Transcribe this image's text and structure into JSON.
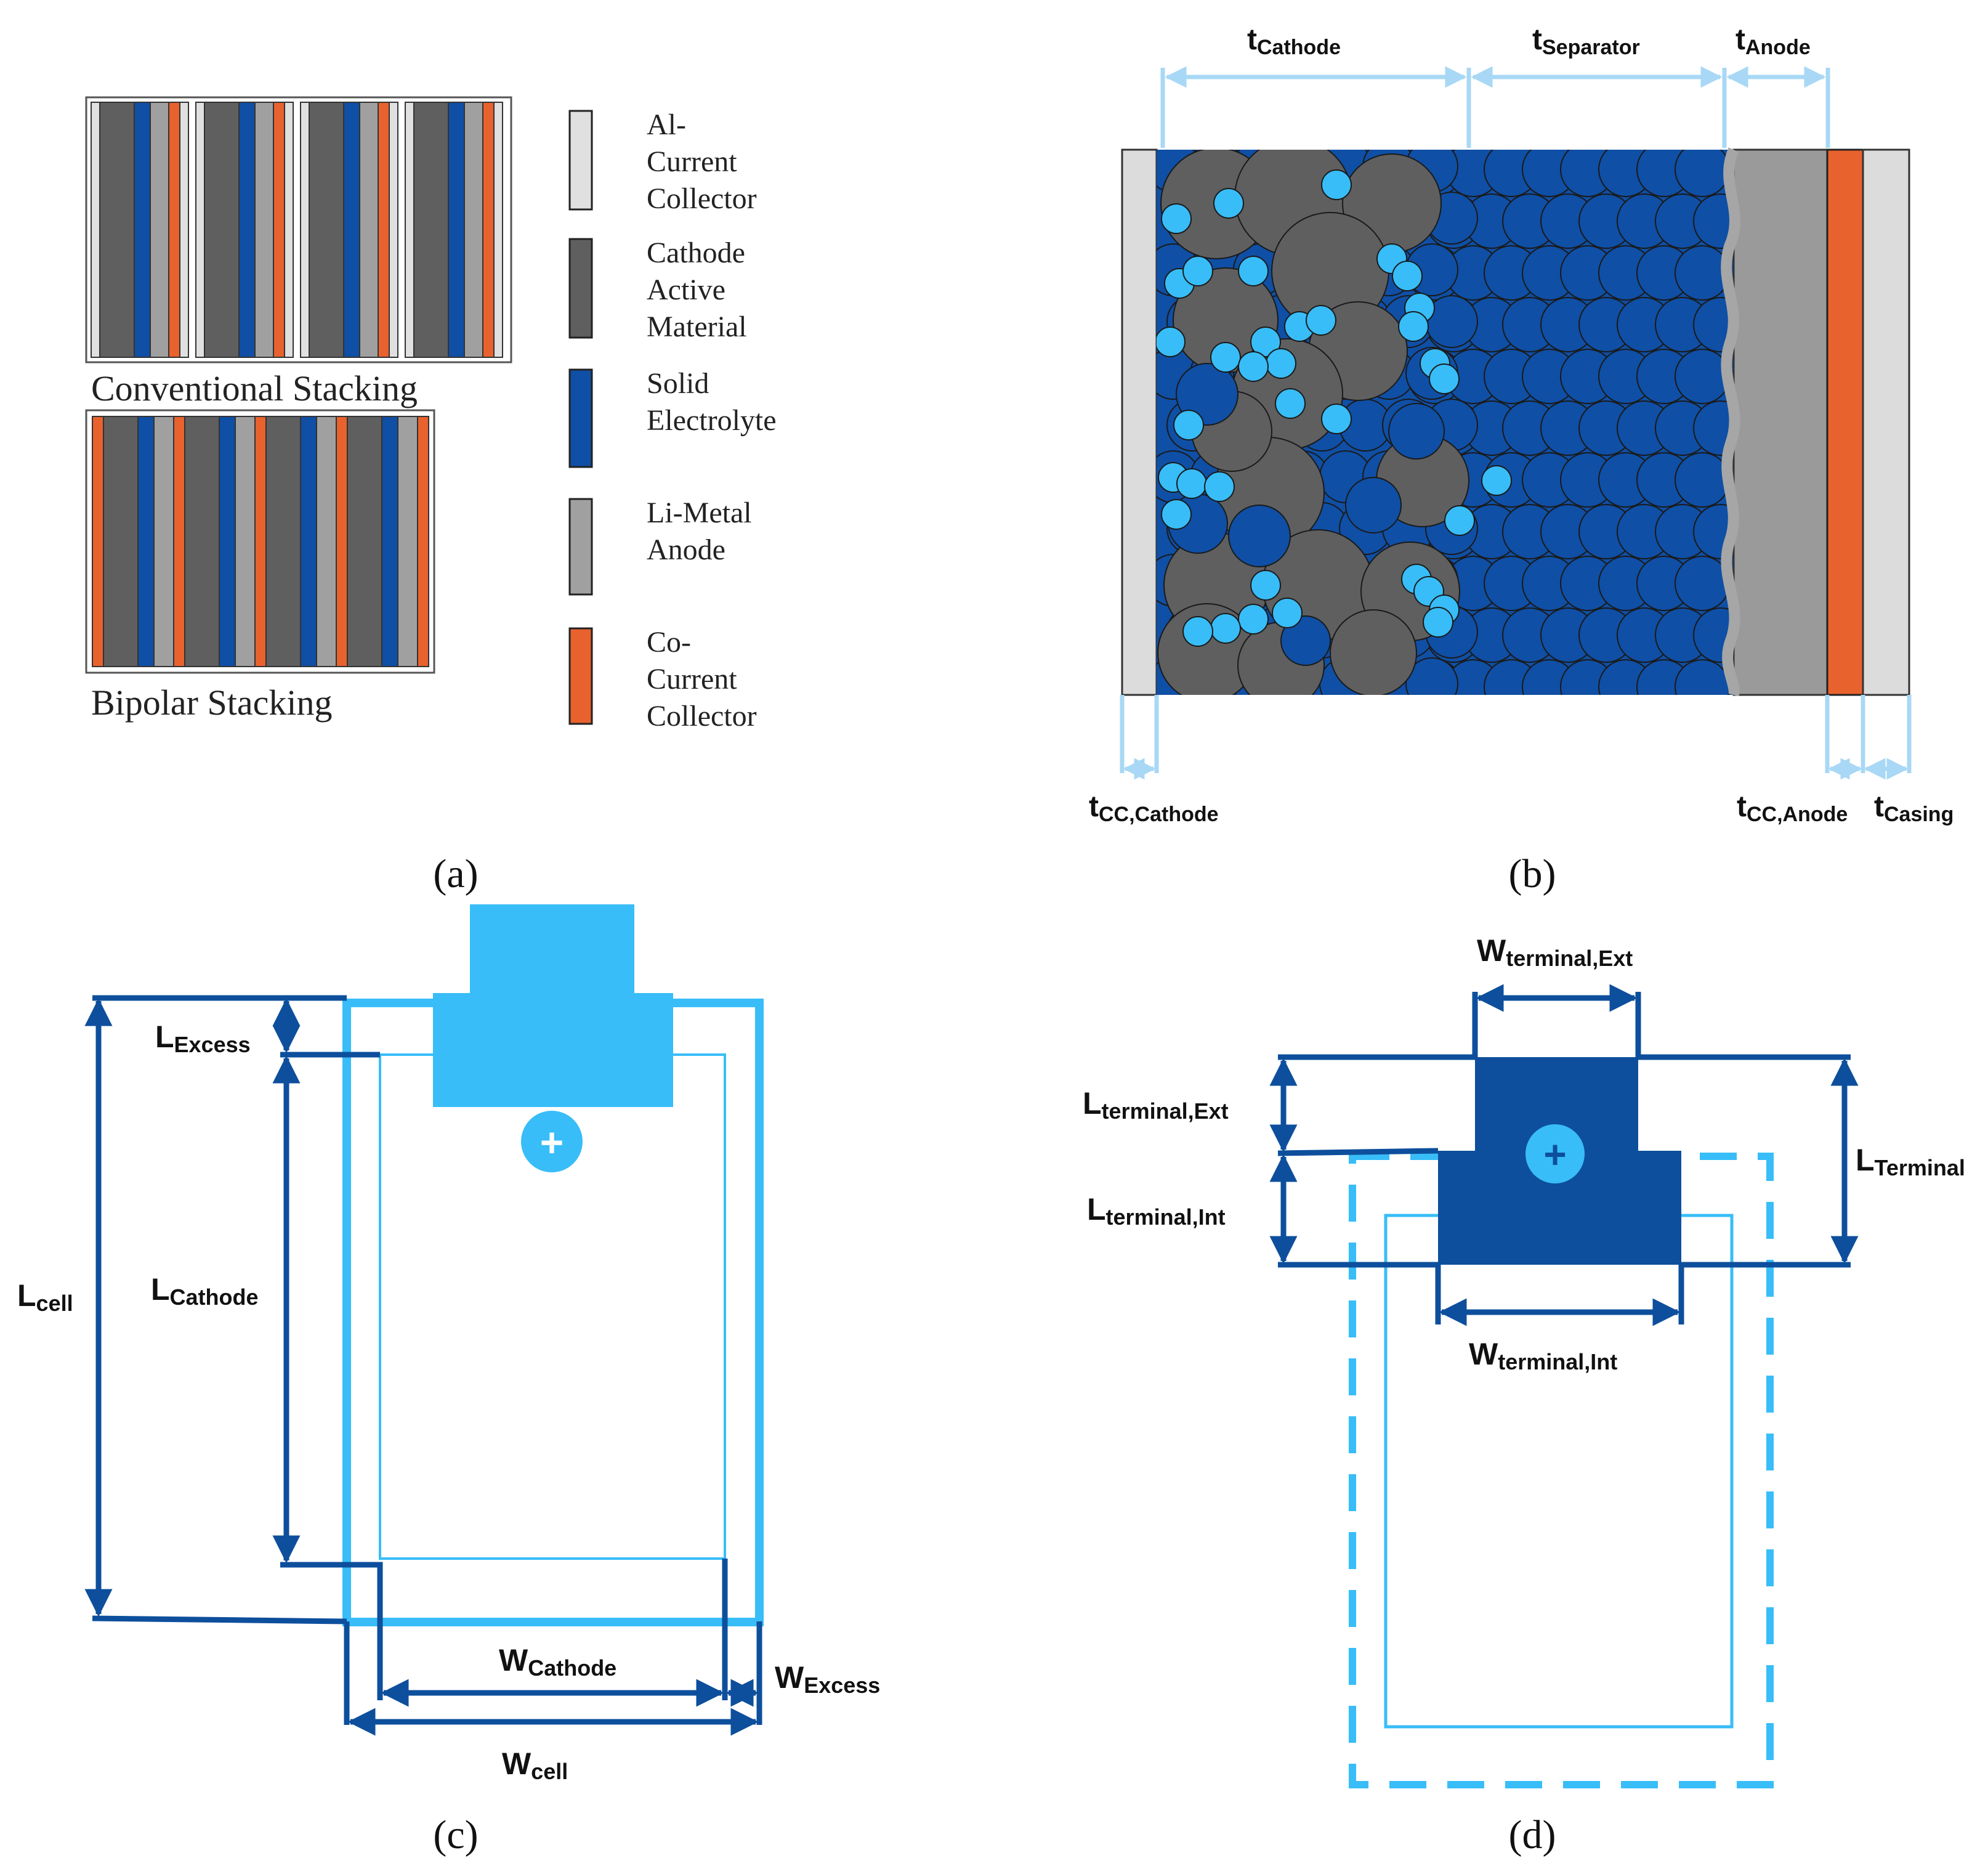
{
  "panel_a": {
    "caption": "(a)",
    "conventional_label": "Conventional Stacking",
    "bipolar_label": "Bipolar Stacking",
    "legend": [
      {
        "lines": [
          "Al-",
          "Current",
          "Collector"
        ],
        "color": "#e0e0e0",
        "icon": "al-current-collector-swatch"
      },
      {
        "lines": [
          "Cathode",
          "Active",
          "Material"
        ],
        "color": "#5f5f5f",
        "icon": "cathode-active-material-swatch"
      },
      {
        "lines": [
          "Solid",
          "Electrolyte"
        ],
        "color": "#0f4fa5",
        "icon": "solid-electrolyte-swatch"
      },
      {
        "lines": [
          "Li-Metal",
          "Anode"
        ],
        "color": "#a0a0a0",
        "icon": "li-metal-anode-swatch"
      },
      {
        "lines": [
          "Co-",
          "Current",
          "Collector"
        ],
        "color": "#e8622e",
        "icon": "co-current-collector-swatch"
      }
    ]
  },
  "panel_b": {
    "caption": "(b)",
    "labels": {
      "t_cathode": {
        "main": "t",
        "sub": "Cathode"
      },
      "t_separator": {
        "main": "t",
        "sub": "Separator"
      },
      "t_anode": {
        "main": "t",
        "sub": "Anode"
      },
      "t_cc_cathode": {
        "main": "t",
        "sub": "CC,Cathode"
      },
      "t_cc_anode": {
        "main": "t",
        "sub": "CC,Anode"
      },
      "t_casing": {
        "main": "t",
        "sub": "Casing"
      }
    }
  },
  "panel_c": {
    "caption": "(c)",
    "labels": {
      "l_excess": {
        "main": "L",
        "sub": "Excess"
      },
      "l_cell": {
        "main": "L",
        "sub": "cell"
      },
      "l_cathode": {
        "main": "L",
        "sub": "Cathode"
      },
      "w_cathode": {
        "main": "W",
        "sub": "Cathode"
      },
      "w_excess": {
        "main": "W",
        "sub": "Excess"
      },
      "w_cell": {
        "main": "W",
        "sub": "cell"
      }
    },
    "plus_symbol": "+"
  },
  "panel_d": {
    "caption": "(d)",
    "labels": {
      "w_terminal_ext": {
        "main": "W",
        "sub": "terminal,Ext"
      },
      "l_terminal_ext": {
        "main": "L",
        "sub": "terminal,Ext"
      },
      "l_terminal_int": {
        "main": "L",
        "sub": "terminal,Int"
      },
      "l_terminal": {
        "main": "L",
        "sub": "Terminal"
      },
      "w_terminal_int": {
        "main": "W",
        "sub": "terminal,Int"
      }
    },
    "plus_symbol": "+"
  },
  "colors": {
    "al_cc": "#e0e0e0",
    "cathode": "#5f5f5f",
    "electrolyte": "#0f4fa5",
    "anode": "#a0a0a0",
    "co_cc": "#e8622e",
    "light_blue": "#38bdf8",
    "pale_blue": "#a8d8f5",
    "dark_blue": "#0d4f9c"
  }
}
